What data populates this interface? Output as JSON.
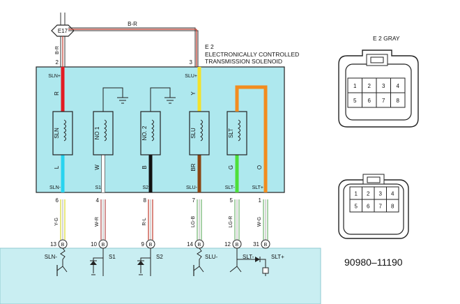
{
  "diagram": {
    "connector_ref": "E17",
    "top_wire_color": "B-R",
    "left_top_wire_color": "B-R",
    "left_top_pin": "2",
    "right_top_pin": "3",
    "component_id": "E 2",
    "component_name_line1": "ELECTRONICALLY CONTROLLED",
    "component_name_line2": "TRANSMISSION SOLENOID",
    "solenoids": [
      {
        "name": "SLN",
        "top_terminal": "SLN+",
        "top_wire": "R",
        "bottom_wire": "L",
        "bottom_terminal": "SLN-",
        "pin": "6",
        "harness_color": "Y-G",
        "ecu_pin": "13",
        "ecu_label": "SLN-",
        "top_color": "#e31b23",
        "bottom_color": "#29d3ef",
        "harness_hex": "#d9d92a"
      },
      {
        "name": "NO 1",
        "top_terminal": "",
        "top_wire": "",
        "bottom_wire": "W",
        "bottom_terminal": "S1",
        "pin": "4",
        "harness_color": "W-R",
        "ecu_pin": "10",
        "ecu_label": "S1",
        "top_color": "",
        "bottom_color": "#ffffff",
        "harness_hex": "#b34a4a"
      },
      {
        "name": "NO. 2",
        "top_terminal": "",
        "top_wire": "",
        "bottom_wire": "B",
        "bottom_terminal": "S2",
        "pin": "8",
        "harness_color": "R-L",
        "ecu_pin": "9",
        "ecu_label": "S2",
        "top_color": "",
        "bottom_color": "#111111",
        "harness_hex": "#c0392b"
      },
      {
        "name": "SLU",
        "top_terminal": "SLU+",
        "top_wire": "Y",
        "bottom_wire": "BR",
        "bottom_terminal": "SLU-",
        "pin": "7",
        "harness_color": "LG-B",
        "ecu_pin": "14",
        "ecu_label": "SLU-",
        "top_color": "#f2e22c",
        "bottom_color": "#8b4513",
        "harness_hex": "#6fb46f"
      },
      {
        "name": "SLT",
        "top_terminal": "",
        "top_wire": "",
        "bottom_wire": "G",
        "bottom_terminal": "SLT-",
        "pin": "5",
        "harness_color": "LG-R",
        "ecu_pin": "12",
        "ecu_label": "SLT-",
        "top_color": "#f28c1e",
        "bottom_color": "#4ddf3a",
        "harness_hex": "#6fb46f"
      },
      {
        "name": "",
        "top_terminal": "",
        "top_wire": "",
        "bottom_wire": "O",
        "bottom_terminal": "SLT+",
        "pin": "1",
        "harness_color": "W-G",
        "ecu_pin": "31",
        "ecu_label": "SLT+",
        "top_color": "#f28c1e",
        "bottom_color": "#f28c1e",
        "harness_hex": "#6fb46f"
      }
    ],
    "ecu_connector_letter": "B",
    "connector_header": "E 2   GRAY",
    "connector_pins_top": [
      "1",
      "2",
      "3",
      "4"
    ],
    "connector_pins_bottom": [
      "5",
      "6",
      "7",
      "8"
    ],
    "part_number": "90980–11190",
    "colors": {
      "component_fill": "#aee8ee",
      "ecu_fill": "#c9eef2",
      "black": "#111111"
    }
  }
}
